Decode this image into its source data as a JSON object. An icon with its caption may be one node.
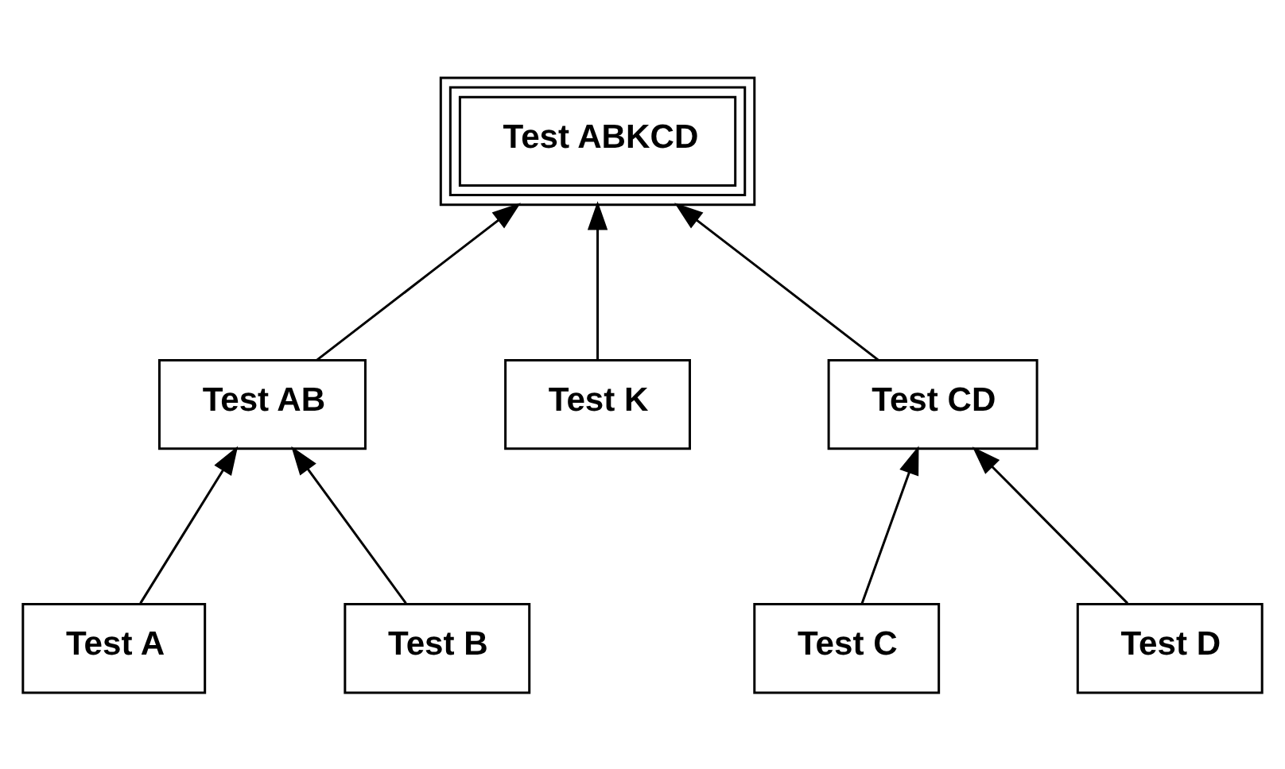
{
  "diagram": {
    "nodes": [
      {
        "text": [
          "Test ABKCD"
        ]
      },
      {
        "text": [
          "Test AB"
        ]
      },
      {
        "text": [
          "Test K"
        ]
      },
      {
        "text": [
          "Test CD"
        ]
      },
      {
        "text": [
          "Test A"
        ]
      },
      {
        "text": [
          "Test B"
        ]
      },
      {
        "text": [
          "Test C"
        ]
      },
      {
        "text": [
          "Test D"
        ]
      }
    ],
    "edges": [
      {
        "from": 1,
        "to": 0,
        "arrow": "to"
      },
      {
        "from": 2,
        "to": 0,
        "arrow": "to"
      },
      {
        "from": 3,
        "to": 0,
        "arrow": "to"
      },
      {
        "from": 4,
        "to": 1,
        "arrow": "to"
      },
      {
        "from": 5,
        "to": 1,
        "arrow": "to"
      },
      {
        "from": 6,
        "to": 3,
        "arrow": "to"
      },
      {
        "from": 7,
        "to": 3,
        "arrow": "to"
      }
    ]
  }
}
